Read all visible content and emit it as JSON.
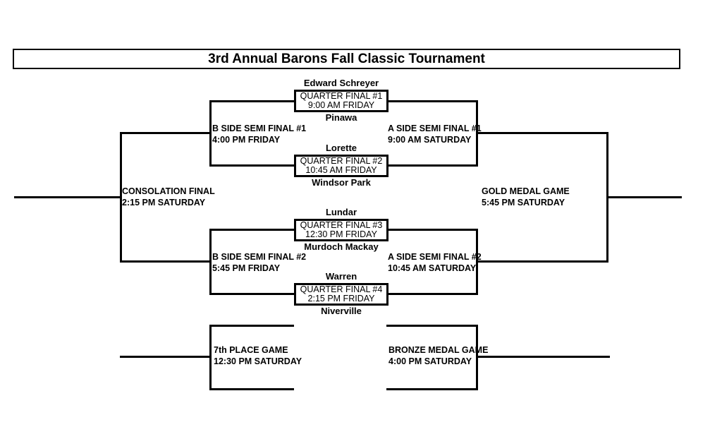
{
  "page": {
    "background_color": "#ffffff",
    "line_color": "#000000",
    "text_color": "#000000"
  },
  "title": "3rd Annual Barons Fall Classic Tournament",
  "quarterfinals": [
    {
      "top_team": "Edward Schreyer",
      "label": "QUARTER FINAL #1",
      "time": "9:00 AM FRIDAY",
      "bottom_team": "Pinawa"
    },
    {
      "top_team": "Lorette",
      "label": "QUARTER FINAL #2",
      "time": "10:45 AM FRIDAY",
      "bottom_team": "Windsor Park"
    },
    {
      "top_team": "Lundar",
      "label": "QUARTER FINAL #3",
      "time": "12:30 PM FRIDAY",
      "bottom_team": "Murdoch Mackay"
    },
    {
      "top_team": "Warren",
      "label": "QUARTER FINAL #4",
      "time": "2:15 PM FRIDAY",
      "bottom_team": "Niverville"
    }
  ],
  "games": {
    "b_side_semi_1": {
      "label": "B SIDE SEMI FINAL #1",
      "time": "4:00 PM FRIDAY"
    },
    "a_side_semi_1": {
      "label": "A SIDE SEMI FINAL #1",
      "time": "9:00 AM SATURDAY"
    },
    "b_side_semi_2": {
      "label": "B SIDE SEMI FINAL #2",
      "time": "5:45 PM FRIDAY"
    },
    "a_side_semi_2": {
      "label": "A SIDE SEMI FINAL #2",
      "time": "10:45 AM SATURDAY"
    },
    "consolation_final": {
      "label": "CONSOLATION FINAL",
      "time": "2:15 PM SATURDAY"
    },
    "gold_medal_game": {
      "label": "GOLD MEDAL GAME",
      "time": "5:45 PM SATURDAY"
    },
    "seventh_place_game": {
      "label": "7th PLACE GAME",
      "time": "12:30 PM SATURDAY"
    },
    "bronze_medal_game": {
      "label": "BRONZE MEDAL GAME",
      "time": "4:00 PM SATURDAY"
    }
  }
}
